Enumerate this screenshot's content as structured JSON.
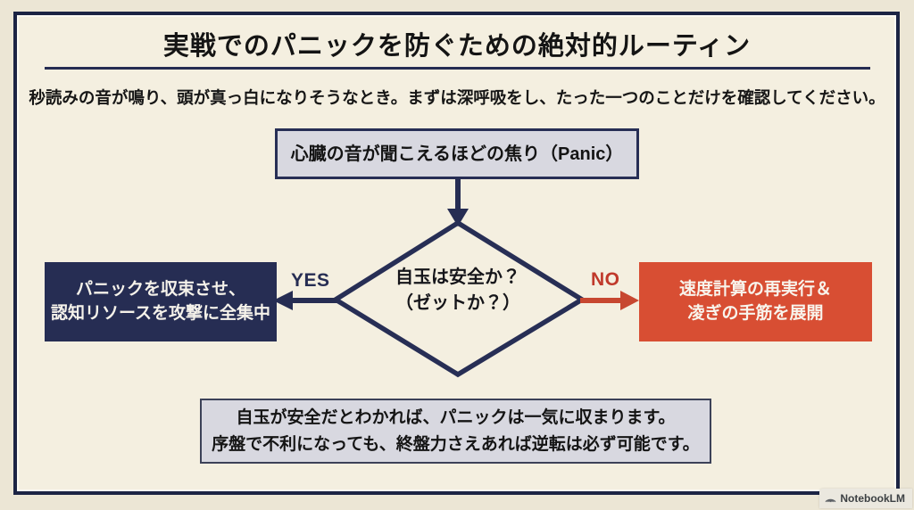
{
  "page": {
    "title": "実戦でのパニックを防ぐための絶対的ルーティン",
    "subtitle": "秒読みの音が鳴り、頭が真っ白になりそうなとき。まずは深呼吸をし、たった一つのことだけを確認してください。"
  },
  "flowchart": {
    "start_box": {
      "label": "心臓の音が聞こえるほどの焦り（Panic）"
    },
    "decision": {
      "line1": "自玉は安全か？",
      "line2": "（ゼットか？）"
    },
    "yes_label": "YES",
    "no_label": "NO",
    "yes_box": {
      "line1": "パニックを収束させ、",
      "line2": "認知リソースを攻撃に全集中"
    },
    "no_box": {
      "line1": "速度計算の再実行＆",
      "line2": "凌ぎの手筋を展開"
    },
    "note_box": {
      "line1": "自玉が安全だとわかれば、パニックは一気に収まります。",
      "line2": "序盤で不利になっても、終盤力さえあれば逆転は必ず可能です。"
    }
  },
  "watermark": {
    "label": "NotebookLM"
  },
  "colors": {
    "background": "#f4efe0",
    "frame_border": "#1c2444",
    "navy": "#262d53",
    "red": "#d84e33",
    "arrow_red": "#c74730",
    "gray_box": "#d8d8e0",
    "text_black": "#141414"
  }
}
